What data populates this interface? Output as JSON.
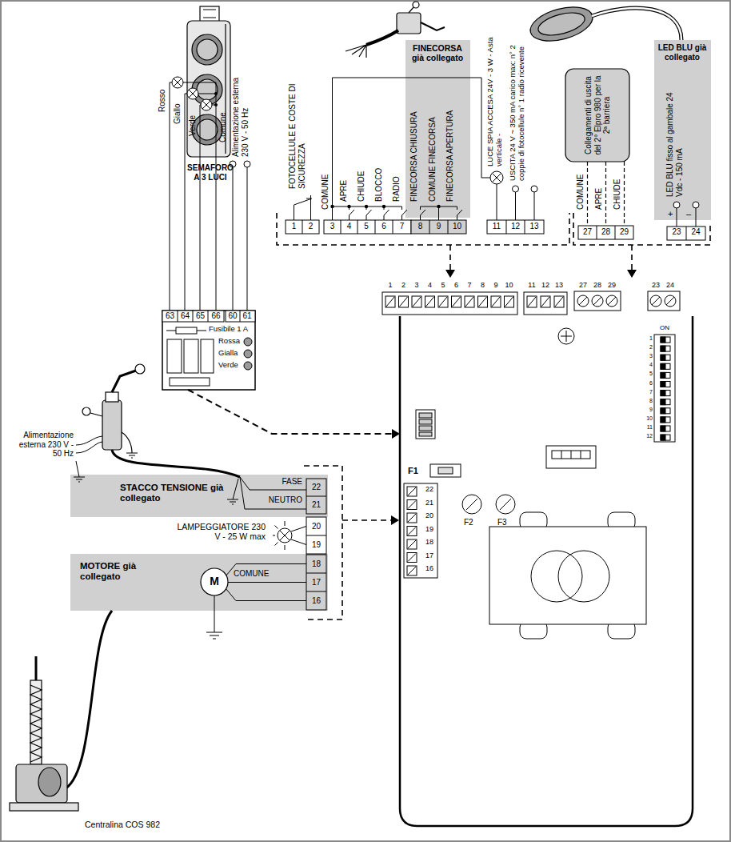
{
  "diagram": {
    "nodes": [
      {
        "text": [
          "Fusibile 1 A",
          "Rossa",
          "Gialla",
          "Verde"
        ]
      },
      {
        "text": [
          "FINECORSA già collegato"
        ]
      },
      {
        "text": [
          "Collegamenti di uscita del 2° Elpro 980 per la 2ª barriera"
        ]
      },
      {
        "text": [
          "LED BLU già collegato"
        ]
      },
      {
        "text": [
          "STACCO TENSIONE già collegato"
        ]
      },
      {
        "text": [
          "MOTORE già collegato"
        ]
      },
      {
        "text": [
          "F1",
          "F2",
          "F3"
        ]
      }
    ],
    "edges": [
      {
        "from": 0,
        "to": 6,
        "arrow": "to"
      }
    ],
    "labels": [
      "SEMAFORO A 3 LUCI",
      "Rosso",
      "Giallo",
      "Verde",
      "Comune",
      "Alimentazione esterna 230 V - 50 Hz",
      "63",
      "64",
      "65",
      "66",
      "60",
      "61",
      "FOTOCELLULE E COSTE DI SICUREZZA",
      "COMUNE",
      "APRE",
      "CHIUDE",
      "BLOCCO",
      "RADIO",
      "FINECORSA CHIUSURA",
      "COMUNE FINECORSA",
      "FINECORSA APERTURA",
      "LUCE SPIA ACCESA 24V - 3 W - Asta verticale -",
      "USCITA 24 V ~ 350 mA carico max: n° 2 coppie di fotocellule n° 1 radio ricevente",
      "1",
      "2",
      "3",
      "4",
      "5",
      "6",
      "7",
      "8",
      "9",
      "10",
      "11",
      "12",
      "13",
      "COMUNE",
      "APRE",
      "CHIUDE",
      "27",
      "28",
      "29",
      "LED BLU fisso al gambale 24 Vdc - 150 mA",
      "+",
      "–",
      "23",
      "24",
      "1",
      "2",
      "3",
      "4",
      "5",
      "6",
      "7",
      "8",
      "9",
      "10",
      "11",
      "12",
      "13",
      "27",
      "28",
      "29",
      "23",
      "24",
      "ON",
      "1",
      "2",
      "3",
      "4",
      "5",
      "6",
      "7",
      "8",
      "9",
      "10",
      "11",
      "12",
      "22",
      "21",
      "20",
      "19",
      "18",
      "17",
      "16",
      "Alimentazione esterna 230 V - 50 Hz",
      "FASE",
      "NEUTRO",
      "22",
      "21",
      "20",
      "19",
      "18",
      "17",
      "16",
      "LAMPEGGIATORE 230 V - 25 W max",
      "COMUNE",
      "M",
      "Centralina COS 982"
    ]
  }
}
